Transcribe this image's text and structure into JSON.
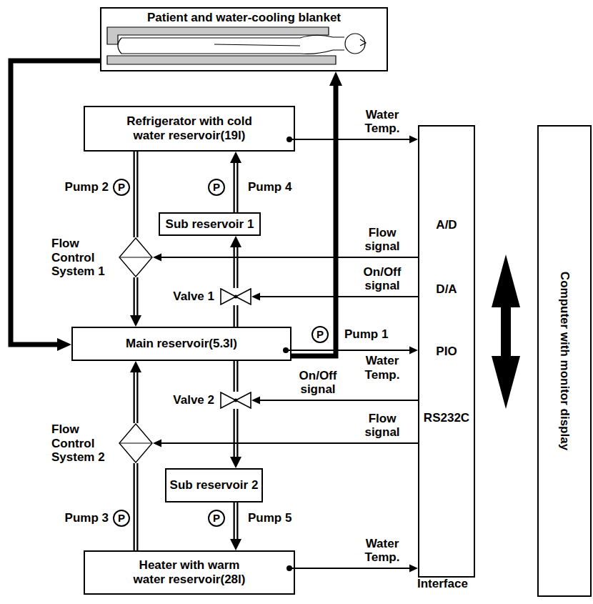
{
  "diagram": {
    "nodes": [
      {
        "text": [
          "Patient and water-cooling blanket"
        ]
      },
      {
        "text": [
          "Refrigerator with cold water reservoir(19l)"
        ]
      },
      {
        "text": [
          "Pump 2",
          "P"
        ]
      },
      {
        "text": [
          "P",
          "Pump 4"
        ]
      },
      {
        "text": [
          "Sub reservoir 1"
        ]
      },
      {
        "text": [
          "Flow Control System 1"
        ]
      },
      {
        "text": [
          "Valve 1"
        ]
      },
      {
        "text": [
          "Main reservoir(5.3l)"
        ]
      },
      {
        "text": [
          "P",
          "Pump 1"
        ]
      },
      {
        "text": [
          "Valve 2"
        ]
      },
      {
        "text": [
          "Flow Control System 2"
        ]
      },
      {
        "text": [
          "Sub reservoir 2"
        ]
      },
      {
        "text": [
          "Pump 3",
          "P"
        ]
      },
      {
        "text": [
          "P",
          "Pump 5"
        ]
      },
      {
        "text": [
          "Heater with warm water reservoir(28l)"
        ]
      },
      {
        "text": [
          "A/D",
          "D/A",
          "PIO",
          "RS232C",
          "Interface"
        ]
      },
      {
        "text": [
          "Computer with monitor display"
        ]
      }
    ],
    "edges": [
      {
        "from": 7,
        "to": 0,
        "arrow": "to"
      },
      {
        "from": 0,
        "to": 7,
        "arrow": "to"
      },
      {
        "from": 1,
        "to": 5,
        "arrow": "none"
      },
      {
        "from": 5,
        "to": 7,
        "arrow": "to"
      },
      {
        "from": 7,
        "to": 6,
        "arrow": "none"
      },
      {
        "from": 6,
        "to": 4,
        "arrow": "to"
      },
      {
        "from": 4,
        "to": 1,
        "arrow": "to"
      },
      {
        "from": 7,
        "to": 9,
        "arrow": "none"
      },
      {
        "from": 9,
        "to": 11,
        "arrow": "to"
      },
      {
        "from": 11,
        "to": 14,
        "arrow": "to"
      },
      {
        "from": 14,
        "to": 10,
        "arrow": "none"
      },
      {
        "from": 10,
        "to": 7,
        "arrow": "to"
      },
      {
        "from": 15,
        "to": 5,
        "label": "Flow signal",
        "arrow": "to"
      },
      {
        "from": 15,
        "to": 6,
        "label": "On/Off signal",
        "arrow": "to"
      },
      {
        "from": 7,
        "to": 15,
        "label": "Water Temp.",
        "arrow": "to"
      },
      {
        "from": 15,
        "to": 9,
        "label": "On/Off signal",
        "arrow": "to"
      },
      {
        "from": 15,
        "to": 10,
        "label": "Flow signal",
        "arrow": "to"
      },
      {
        "from": 1,
        "to": 15,
        "label": "Water Temp.",
        "arrow": "to"
      },
      {
        "from": 14,
        "to": 15,
        "label": "Water Temp.",
        "arrow": "to"
      }
    ]
  }
}
